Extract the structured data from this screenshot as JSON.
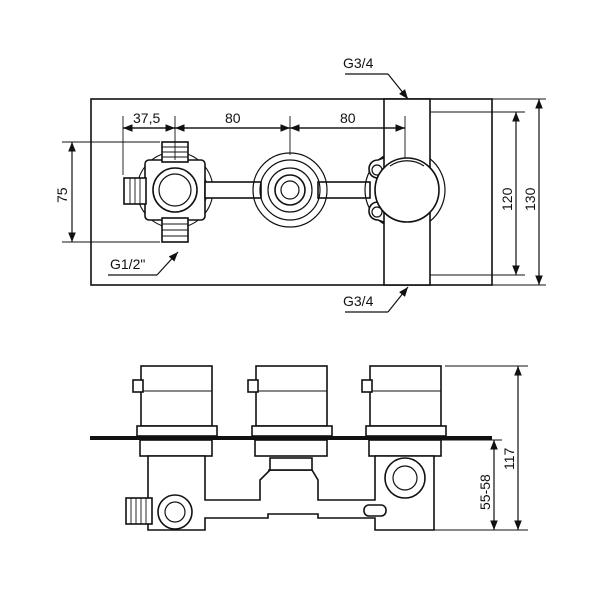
{
  "top_view": {
    "outlet_top_label": "G3/4",
    "outlet_bottom_label": "G3/4",
    "inlet_label": "G1/2\"",
    "dims": {
      "spacing_left": "37,5",
      "spacing_mid": "80",
      "spacing_right": "80",
      "height_inner": "75",
      "height_120": "120",
      "height_130": "130"
    }
  },
  "side_view": {
    "dims": {
      "total_height": "117",
      "depth_range": "55-58"
    }
  }
}
